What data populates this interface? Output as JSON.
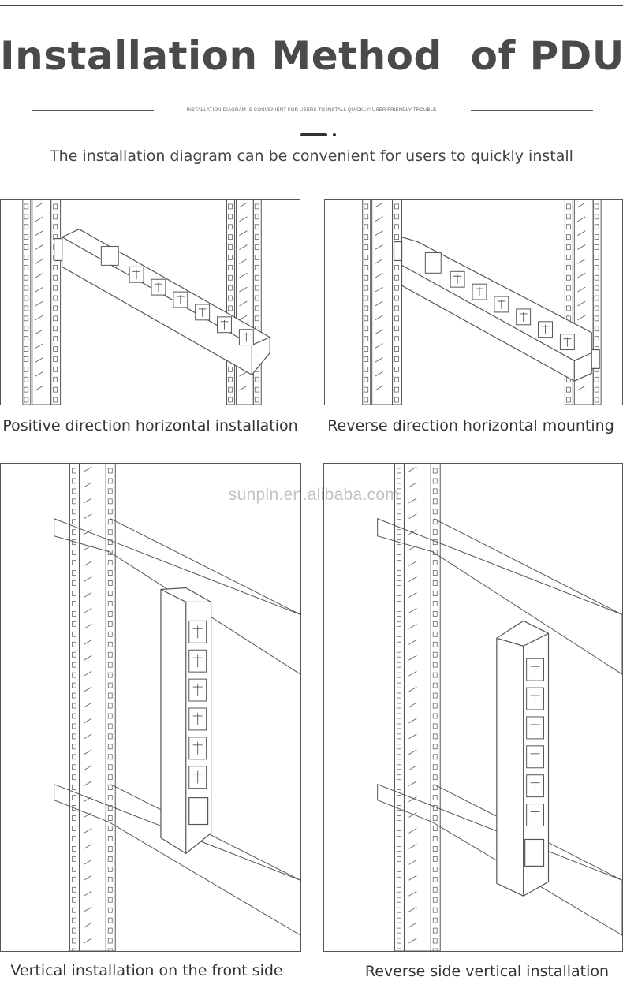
{
  "header": {
    "title": "Installation Method  of PDU",
    "small_caption": "INSTALLATION DIAGRAM IS CONVENIENT FOR USERS TO INSTALL QUICKLY! USER FRIENDLY TROUBLE",
    "lead": "The installation diagram can be convenient for users to quickly install"
  },
  "diagrams": [
    {
      "caption": "Positive direction horizontal installation",
      "illustration": "pdu-horizontal-positive-icon"
    },
    {
      "caption": "Reverse direction horizontal mounting",
      "illustration": "pdu-horizontal-reverse-icon"
    },
    {
      "caption": "Vertical installation on the front side",
      "illustration": "pdu-vertical-front-icon"
    },
    {
      "caption": "Reverse side vertical installation",
      "illustration": "pdu-vertical-reverse-icon"
    }
  ],
  "watermark": "sunpln.en.alibaba.com",
  "colors": {
    "line": "#555555",
    "title": "#4a4a4a",
    "text": "#333333"
  }
}
